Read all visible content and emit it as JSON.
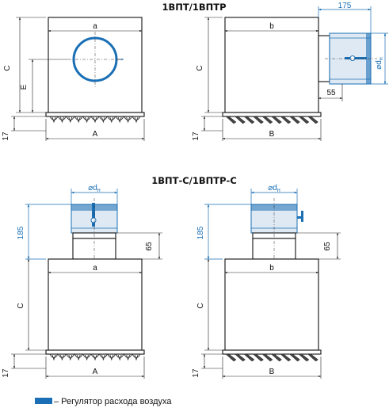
{
  "titles": {
    "top": "1ВПТ/1ВПТР",
    "bottom": "1ВПТ-С/1ВПТР-С"
  },
  "dimensions": {
    "a": "a",
    "b": "b",
    "A": "A",
    "B": "B",
    "C": "C",
    "E": "E",
    "h17": "17",
    "d_main": "⌀d",
    "d_sub": "н",
    "w175": "175",
    "w55": "55",
    "h185": "185",
    "h65": "65"
  },
  "legend": {
    "text": "– Регулятор расхода воздуха",
    "swatch_color": "#1a6fb5"
  },
  "colors": {
    "accent": "#1a6fb5",
    "line": "#111111"
  }
}
